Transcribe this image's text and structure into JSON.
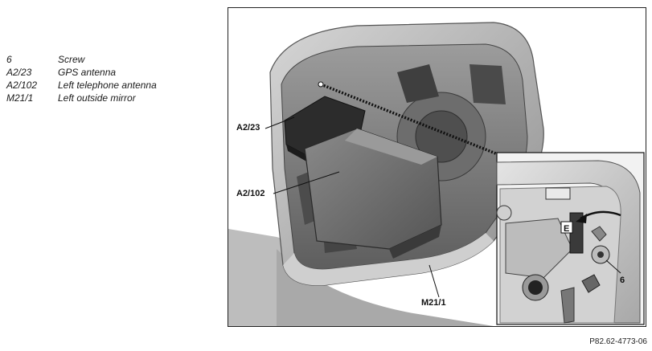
{
  "legend": [
    {
      "num": "6",
      "text": "Screw"
    },
    {
      "num": "A2/23",
      "text": "GPS antenna"
    },
    {
      "num": "A2/102",
      "text": "Left telephone antenna"
    },
    {
      "num": "M21/1",
      "text": "Left outside mirror"
    }
  ],
  "callouts": {
    "gps": "A2/23",
    "phone": "A2/102",
    "mirror": "M21/1",
    "detail_e": "E",
    "screw": "6"
  },
  "figure_code": "P82.62-4773-06"
}
